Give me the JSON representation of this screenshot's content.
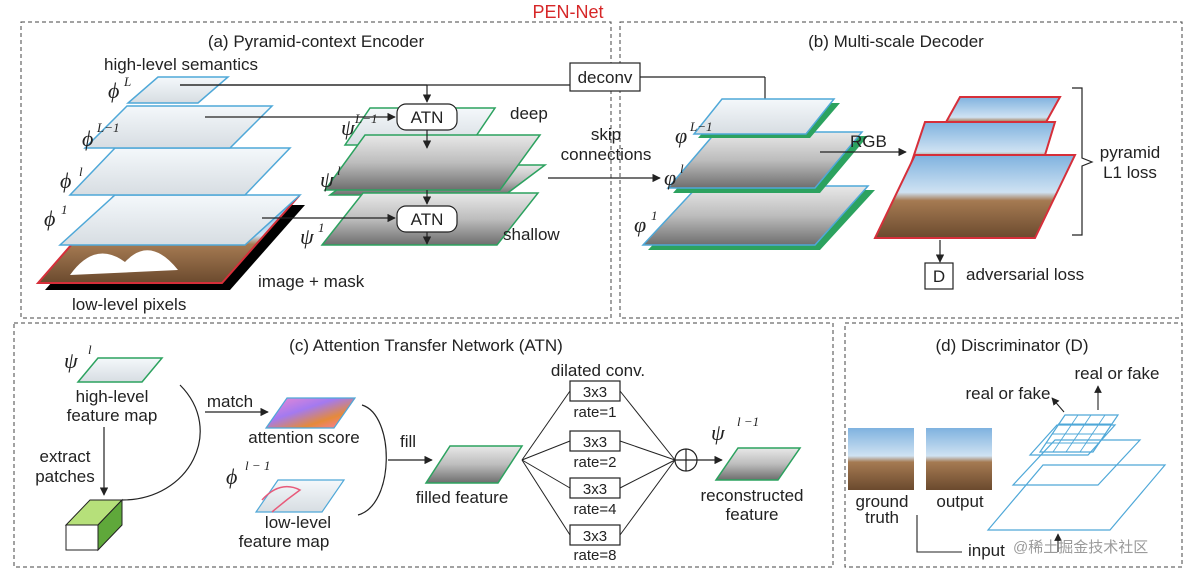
{
  "top_title": "PEN-Net",
  "panels": {
    "a": "(a) Pyramid-context Encoder",
    "b": "(b) Multi-scale Decoder",
    "c": "(c) Attention Transfer Network (ATN)",
    "d": "(d) Discriminator (D)"
  },
  "encoder": {
    "high_level_semantics": "high-level semantics",
    "low_level_pixels": "low-level pixels",
    "image_mask": "image + mask",
    "deep": "deep",
    "shallow": "shallow",
    "atn": "ATN",
    "deconv": "deconv",
    "skip": "skip",
    "connections": "connections",
    "phi": "ϕ",
    "psi": "ψ",
    "sup_L": "L",
    "sup_Lm1": "L−1",
    "sup_l": "l",
    "sup_1": "1"
  },
  "decoder": {
    "rgb": "RGB",
    "pyramid": "pyramid",
    "l1_loss": "L1 loss",
    "d": "D",
    "adversarial_loss": "adversarial loss",
    "varphi": "φ",
    "sup_Lm1": "L−1",
    "sup_l": "l",
    "sup_1": "1"
  },
  "atn": {
    "psi": "ψ",
    "sup_l": "l",
    "phi": "ϕ",
    "sup_lm1": "l − 1",
    "sup_lm1_out": "l −1",
    "high_level": "high-level",
    "feature_map": "feature map",
    "match": "match",
    "attention_score": "attention score",
    "extract": "extract",
    "patches": "patches",
    "fill": "fill",
    "filled_feature": "filled feature",
    "low_level": "low-level",
    "low_feature_map": "feature map",
    "dilated_conv": "dilated conv.",
    "kernel": "3x3",
    "rates": [
      "rate=1",
      "rate=2",
      "rate=4",
      "rate=8"
    ],
    "reconstructed": "reconstructed",
    "feature": "feature"
  },
  "discriminator": {
    "real_or_fake_1": "real or fake",
    "real_or_fake_2": "real or fake",
    "ground": "ground",
    "truth": "truth",
    "output": "output",
    "input": "input"
  },
  "watermark": "@稀土掘金技术社区",
  "colors": {
    "title_red": "#d62728",
    "blue_edge": "#4fa8d8",
    "green_edge": "#2ca25f",
    "red_edge": "#d62f3a",
    "black": "#000000"
  }
}
